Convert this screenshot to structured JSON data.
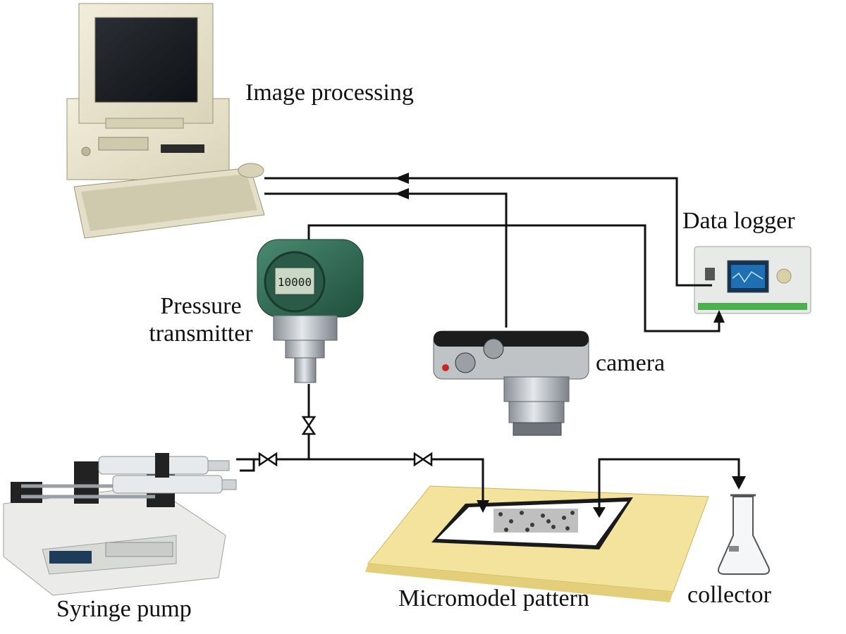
{
  "labels": {
    "image_processing": "Image processing",
    "data_logger": "Data logger",
    "pressure_line1": "Pressure",
    "pressure_line2": "transmitter",
    "camera": "camera",
    "syringe_pump": "Syringe pump",
    "micromodel_pattern": "Micromodel pattern",
    "collector": "collector"
  },
  "transmitter_display": "10000",
  "colors": {
    "line": "#111111",
    "computer_body": "#e9e4cf",
    "transmitter_green": "#2f6b55",
    "base_yellow": "#f3e39c",
    "logger_body": "#e7eae6"
  }
}
